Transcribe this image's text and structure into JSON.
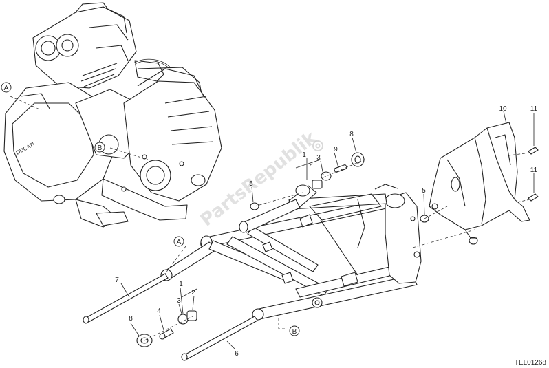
{
  "watermark_text": "PartsRepublik",
  "drawing_code": "TEL01268",
  "view_markers": {
    "a": "A",
    "b": "B"
  },
  "callouts": {
    "c1_top": "1",
    "c2_top": "2",
    "c3_top": "3",
    "c9_top": "9",
    "c8_top": "8",
    "c5_left": "5",
    "c5_right": "5",
    "c10": "10",
    "c11_top": "11",
    "c11_bottom": "11",
    "c7": "7",
    "c8_bottom": "8",
    "c4": "4",
    "c3_bottom": "3",
    "c1_bottom": "1",
    "c2_bottom": "2",
    "c6": "6"
  }
}
